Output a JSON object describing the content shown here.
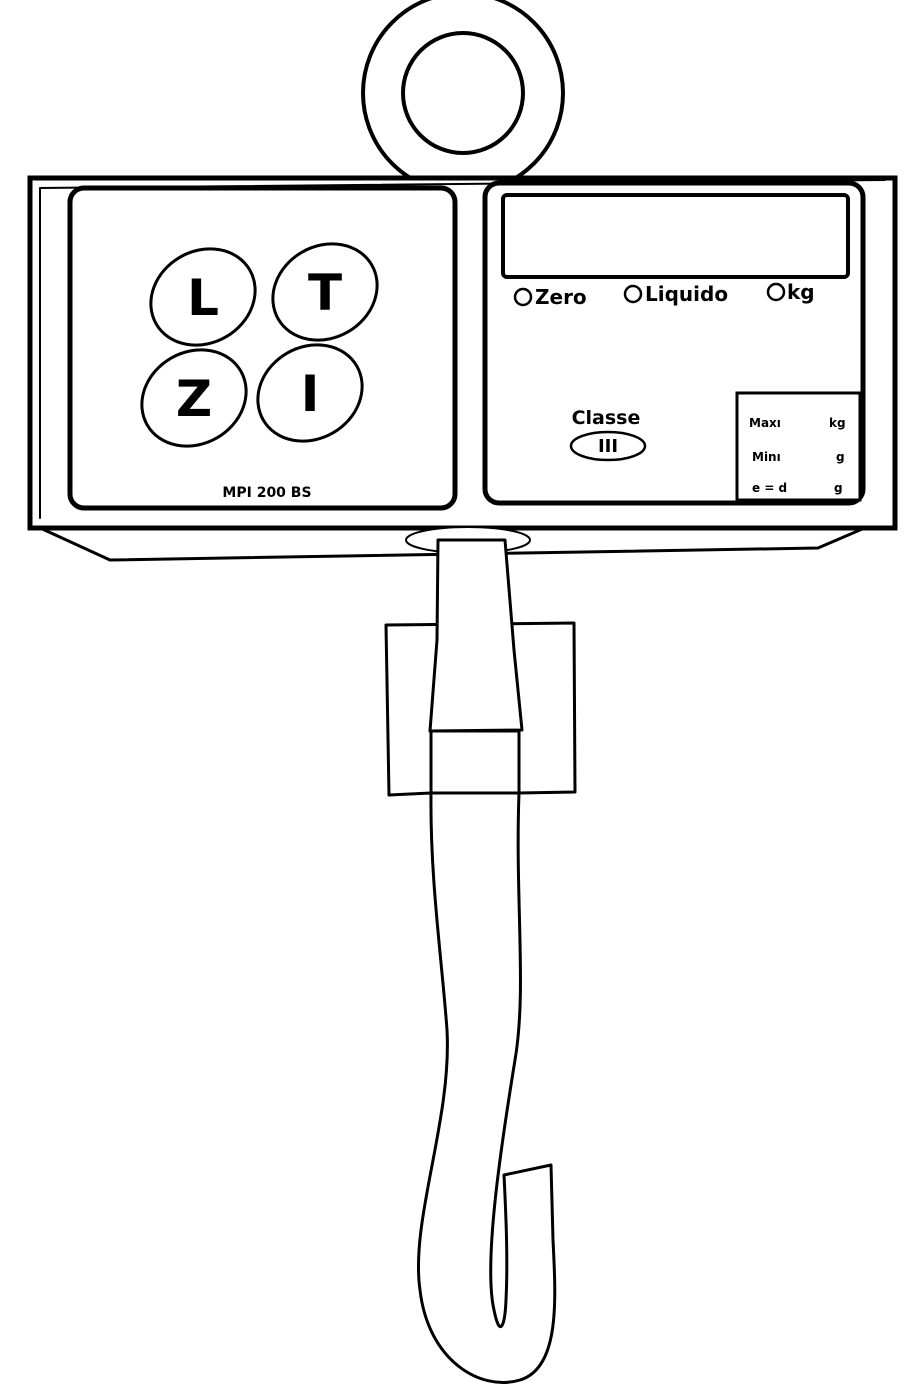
{
  "keypad": {
    "keys": [
      "L",
      "T",
      "Z",
      "I"
    ],
    "model": "MPI 200 BS"
  },
  "indicators": [
    {
      "label": "Zero"
    },
    {
      "label": "Liquido"
    },
    {
      "label": "kg"
    }
  ],
  "classe": {
    "label": "Classe",
    "value": "III"
  },
  "specs": [
    {
      "label": "Maxı",
      "unit": "kg"
    },
    {
      "label": "Minı",
      "unit": "g"
    },
    {
      "label": "e = d",
      "unit": "g"
    }
  ],
  "colors": {
    "stroke": "#000000",
    "background": "#ffffff"
  }
}
